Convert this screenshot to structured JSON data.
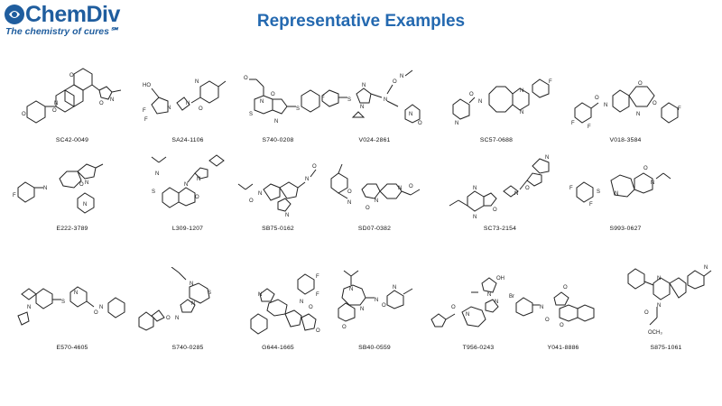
{
  "logo": {
    "name": "ChemDiv",
    "tagline": "The chemistry of cures℠"
  },
  "title": "Representative Examples",
  "compounds": [
    {
      "id": "SC42-0049"
    },
    {
      "id": "SA24-1106"
    },
    {
      "id": "S740-0208"
    },
    {
      "id": "V024-2861"
    },
    {
      "id": "SC57-0688"
    },
    {
      "id": "V018-3584"
    },
    {
      "id": "E222-3789"
    },
    {
      "id": "L309-1207"
    },
    {
      "id": "SB75-0162"
    },
    {
      "id": "SD07-0382"
    },
    {
      "id": "SC73-2154"
    },
    {
      "id": "S993-0627"
    },
    {
      "id": "E570-4605"
    },
    {
      "id": "S740-0285"
    },
    {
      "id": "G644-1665"
    },
    {
      "id": "SB40-0559"
    },
    {
      "id": "T956-0243"
    },
    {
      "id": "Y041-8886"
    },
    {
      "id": "S875-1061"
    }
  ],
  "colors": {
    "brand": "#1f5d9e",
    "title": "#2469b0",
    "bond": "#222222"
  }
}
